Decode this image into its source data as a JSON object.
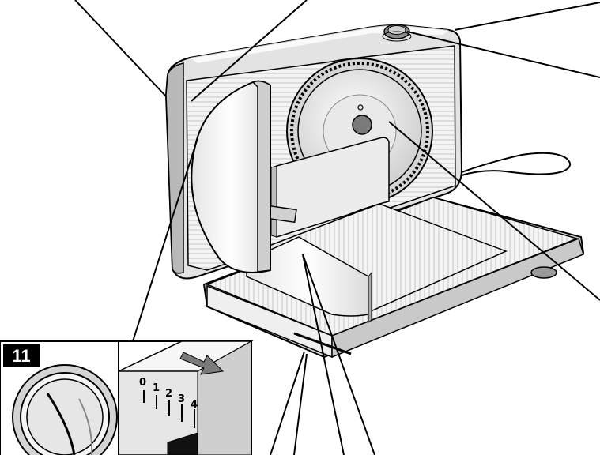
{
  "figure": {
    "inset_number": "11",
    "thickness_scale": [
      "0",
      "1",
      "2",
      "3",
      "4"
    ]
  },
  "colors": {
    "outline": "#000000",
    "body_fill": "#e3e3e3",
    "panel_fill": "#f0f0f0",
    "shadow_fill": "#a8a8a8",
    "badge_fill": "#000000",
    "badge_text": "#ffffff",
    "arrow_fill": "#7a7a7a"
  }
}
